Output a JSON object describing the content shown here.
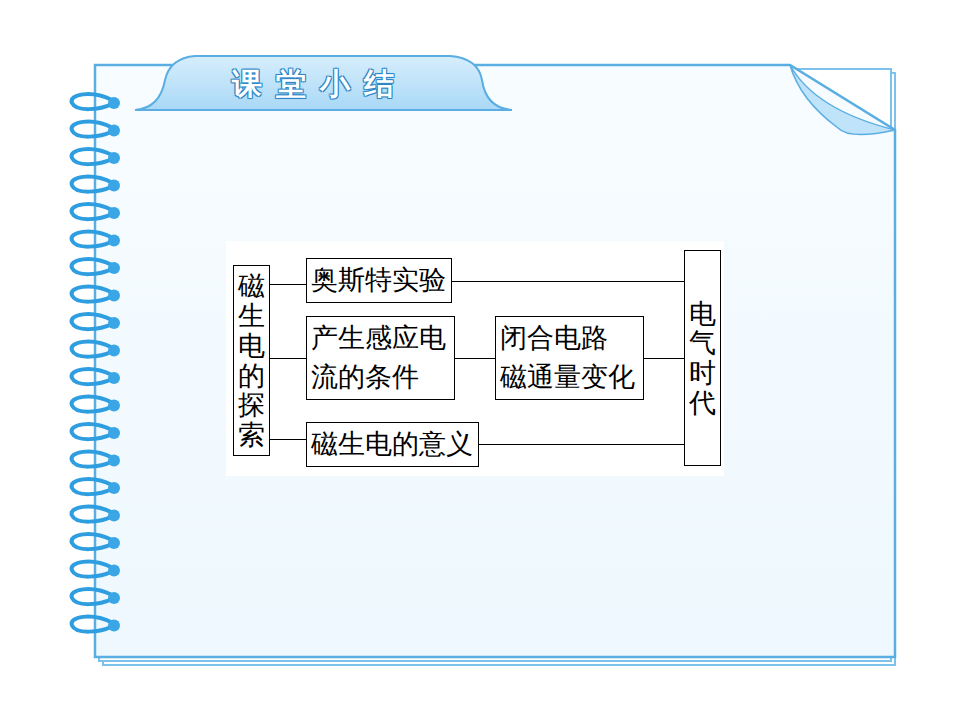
{
  "diagram": {
    "title": "课堂小结",
    "nodes": [
      {
        "text": [
          "磁生电的探索"
        ]
      },
      {
        "text": [
          "奥斯特实验"
        ]
      },
      {
        "text": [
          "产生感应电流的条件"
        ]
      },
      {
        "text": [
          "闭合电路 磁通量变化"
        ]
      },
      {
        "text": [
          "电气时代"
        ]
      },
      {
        "text": [
          "磁生电的意义"
        ]
      }
    ],
    "edges": [
      {
        "from": 0,
        "to": 1,
        "arrow": "none"
      },
      {
        "from": 0,
        "to": 2,
        "arrow": "none"
      },
      {
        "from": 0,
        "to": 5,
        "arrow": "none"
      },
      {
        "from": 1,
        "to": 4,
        "arrow": "none"
      },
      {
        "from": 2,
        "to": 3,
        "arrow": "none"
      },
      {
        "from": 3,
        "to": 4,
        "arrow": "none"
      },
      {
        "from": 5,
        "to": 4,
        "arrow": "none"
      }
    ]
  }
}
